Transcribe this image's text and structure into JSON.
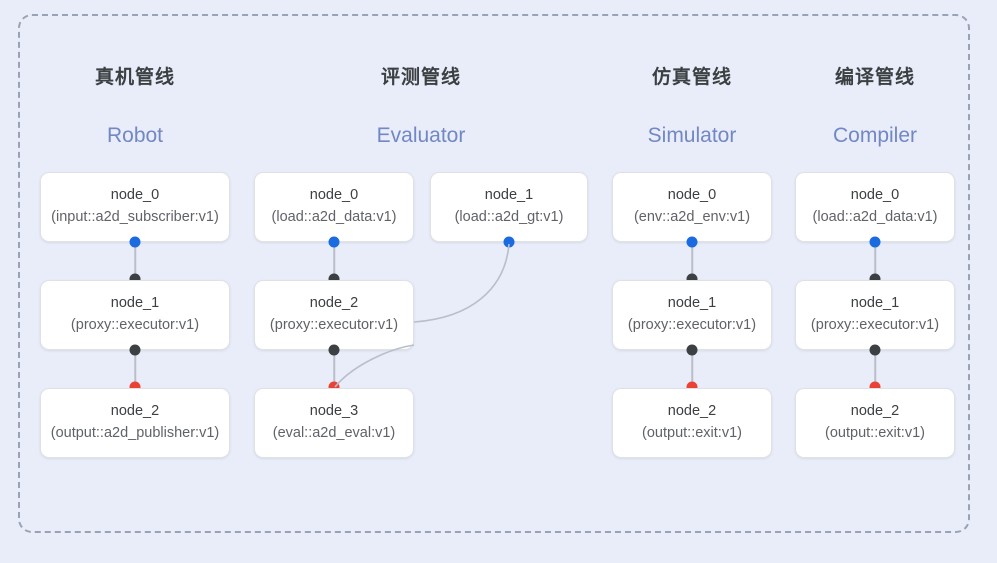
{
  "diagram": {
    "background_color": "#e8edf9",
    "frame_border_color": "#9aa3b5",
    "accent_color": "#7287c4",
    "dot_colors": {
      "source": "#1a6ae0",
      "link": "#3c4043",
      "sink": "#ea4335"
    }
  },
  "columns": [
    {
      "title": "真机管线",
      "subtitle": "Robot",
      "nodes": [
        {
          "name": "node_0",
          "spec": "(input::a2d_subscriber:v1)"
        },
        {
          "name": "node_1",
          "spec": "(proxy::executor:v1)"
        },
        {
          "name": "node_2",
          "spec": "(output::a2d_publisher:v1)"
        }
      ]
    },
    {
      "title": "评测管线",
      "subtitle": "Evaluator",
      "nodes": [
        {
          "name": "node_0",
          "spec": "(load::a2d_data:v1)"
        },
        {
          "name": "node_1",
          "spec": "(load::a2d_gt:v1)"
        },
        {
          "name": "node_2",
          "spec": "(proxy::executor:v1)"
        },
        {
          "name": "node_3",
          "spec": "(eval::a2d_eval:v1)"
        }
      ]
    },
    {
      "title": "仿真管线",
      "subtitle": "Simulator",
      "nodes": [
        {
          "name": "node_0",
          "spec": "(env::a2d_env:v1)"
        },
        {
          "name": "node_1",
          "spec": "(proxy::executor:v1)"
        },
        {
          "name": "node_2",
          "spec": "(output::exit:v1)"
        }
      ]
    },
    {
      "title": "编译管线",
      "subtitle": "Compiler",
      "nodes": [
        {
          "name": "node_0",
          "spec": "(load::a2d_data:v1)"
        },
        {
          "name": "node_1",
          "spec": "(proxy::executor:v1)"
        },
        {
          "name": "node_2",
          "spec": "(output::exit:v1)"
        }
      ]
    }
  ]
}
